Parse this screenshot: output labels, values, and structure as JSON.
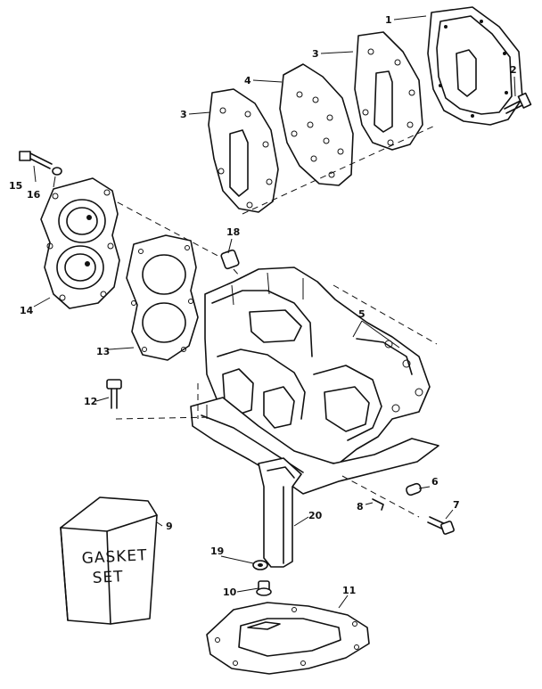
{
  "callouts": {
    "c1": "1",
    "c2": "2",
    "c3a": "3",
    "c3b": "3",
    "c4": "4",
    "c5": "5",
    "c6": "6",
    "c7": "7",
    "c8": "8",
    "c9": "9",
    "c10": "10",
    "c11": "11",
    "c12": "12",
    "c13": "13",
    "c14": "14",
    "c15": "15",
    "c16": "16",
    "c18": "18",
    "c19": "19",
    "c20": "20"
  },
  "gasket_box": {
    "line1": "GASKET",
    "line2": "SET"
  },
  "colors": {
    "ink": "#111111",
    "paper": "#ffffff"
  }
}
